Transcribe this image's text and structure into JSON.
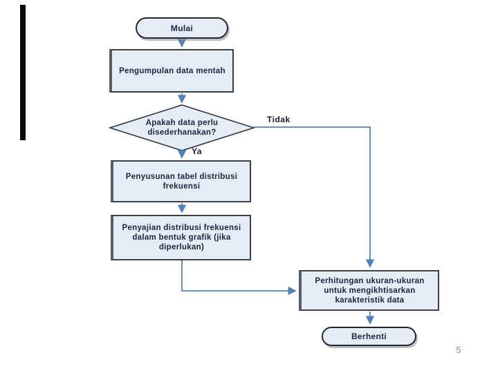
{
  "page": {
    "number": "5"
  },
  "colors": {
    "shape_fill": "#e4ecf5",
    "shape_border": "#3a3f46",
    "connector": "#4f81bd",
    "text": "#1c2440",
    "page_number": "#8a8a8a",
    "edge_bar": "#0a0a0a"
  },
  "flowchart": {
    "start": {
      "label": "Mulai"
    },
    "process1": {
      "label": "Pengumpulan data mentah"
    },
    "decision": {
      "line1": "Apakah data perlu",
      "line2": "disederhanakan?"
    },
    "branch_no": {
      "label": "Tidak"
    },
    "branch_yes": {
      "label": "Ya"
    },
    "process2": {
      "line1": "Penyusunan tabel distribusi",
      "line2": "frekuensi"
    },
    "process3": {
      "line1": "Penyajian distribusi frekuensi",
      "line2": "dalam bentuk grafik (jika",
      "line3": "diperlukan)"
    },
    "process4": {
      "line1": "Perhitungan ukuran-ukuran",
      "line2": "untuk mengikhtisarkan",
      "line3": "karakteristik data"
    },
    "end": {
      "label": "Berhenti"
    }
  }
}
